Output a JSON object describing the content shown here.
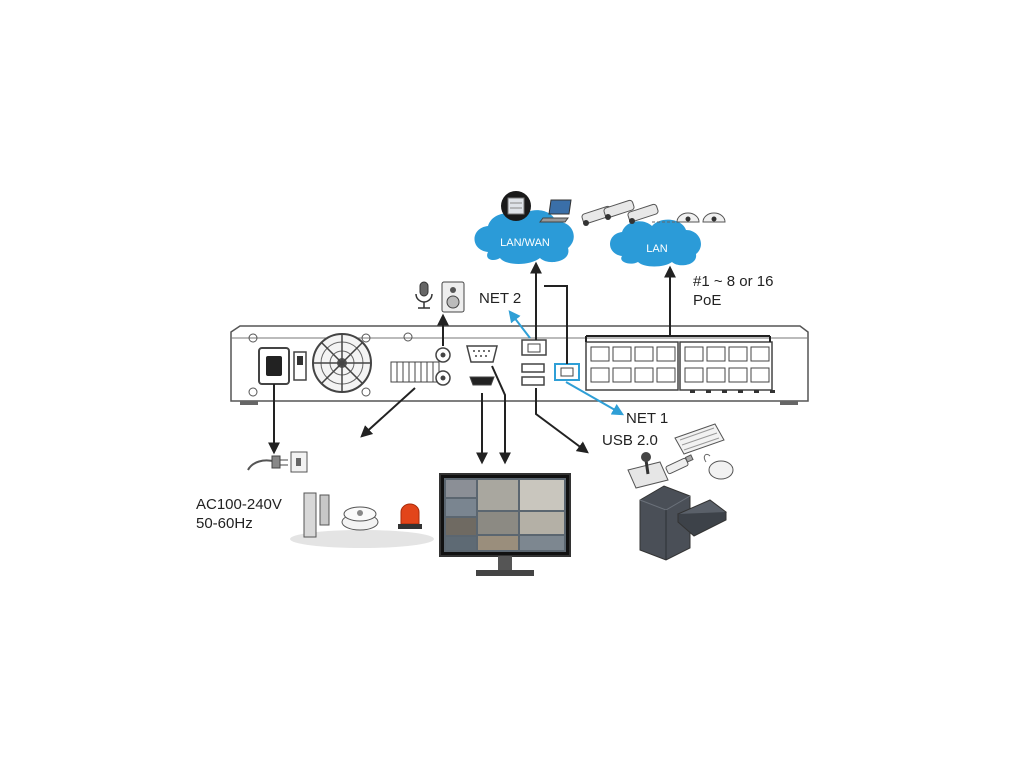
{
  "labels": {
    "lan_wan": "LAN/WAN",
    "lan": "LAN",
    "poe_line1": "#1 ~ 8 or 16",
    "poe_line2": "PoE",
    "net2": "NET 2",
    "net1": "NET 1",
    "usb": "USB 2.0",
    "power_line1": "AC100-240V",
    "power_line2": "50-60Hz"
  },
  "colors": {
    "cloud": "#2b9bd8",
    "net_line": "#2f9fd6",
    "device_outline": "#444444"
  },
  "icons": [
    "server-icon",
    "laptop-icon",
    "bullet-camera-icon",
    "dome-camera-icon",
    "microphone-icon",
    "speaker-icon",
    "power-plug-icon",
    "door-sensor-icon",
    "smoke-detector-icon",
    "alarm-light-icon",
    "monitor-icon",
    "keyboard-icon",
    "usb-stick-icon",
    "mouse-icon",
    "joystick-icon",
    "hard-drive-icon"
  ]
}
